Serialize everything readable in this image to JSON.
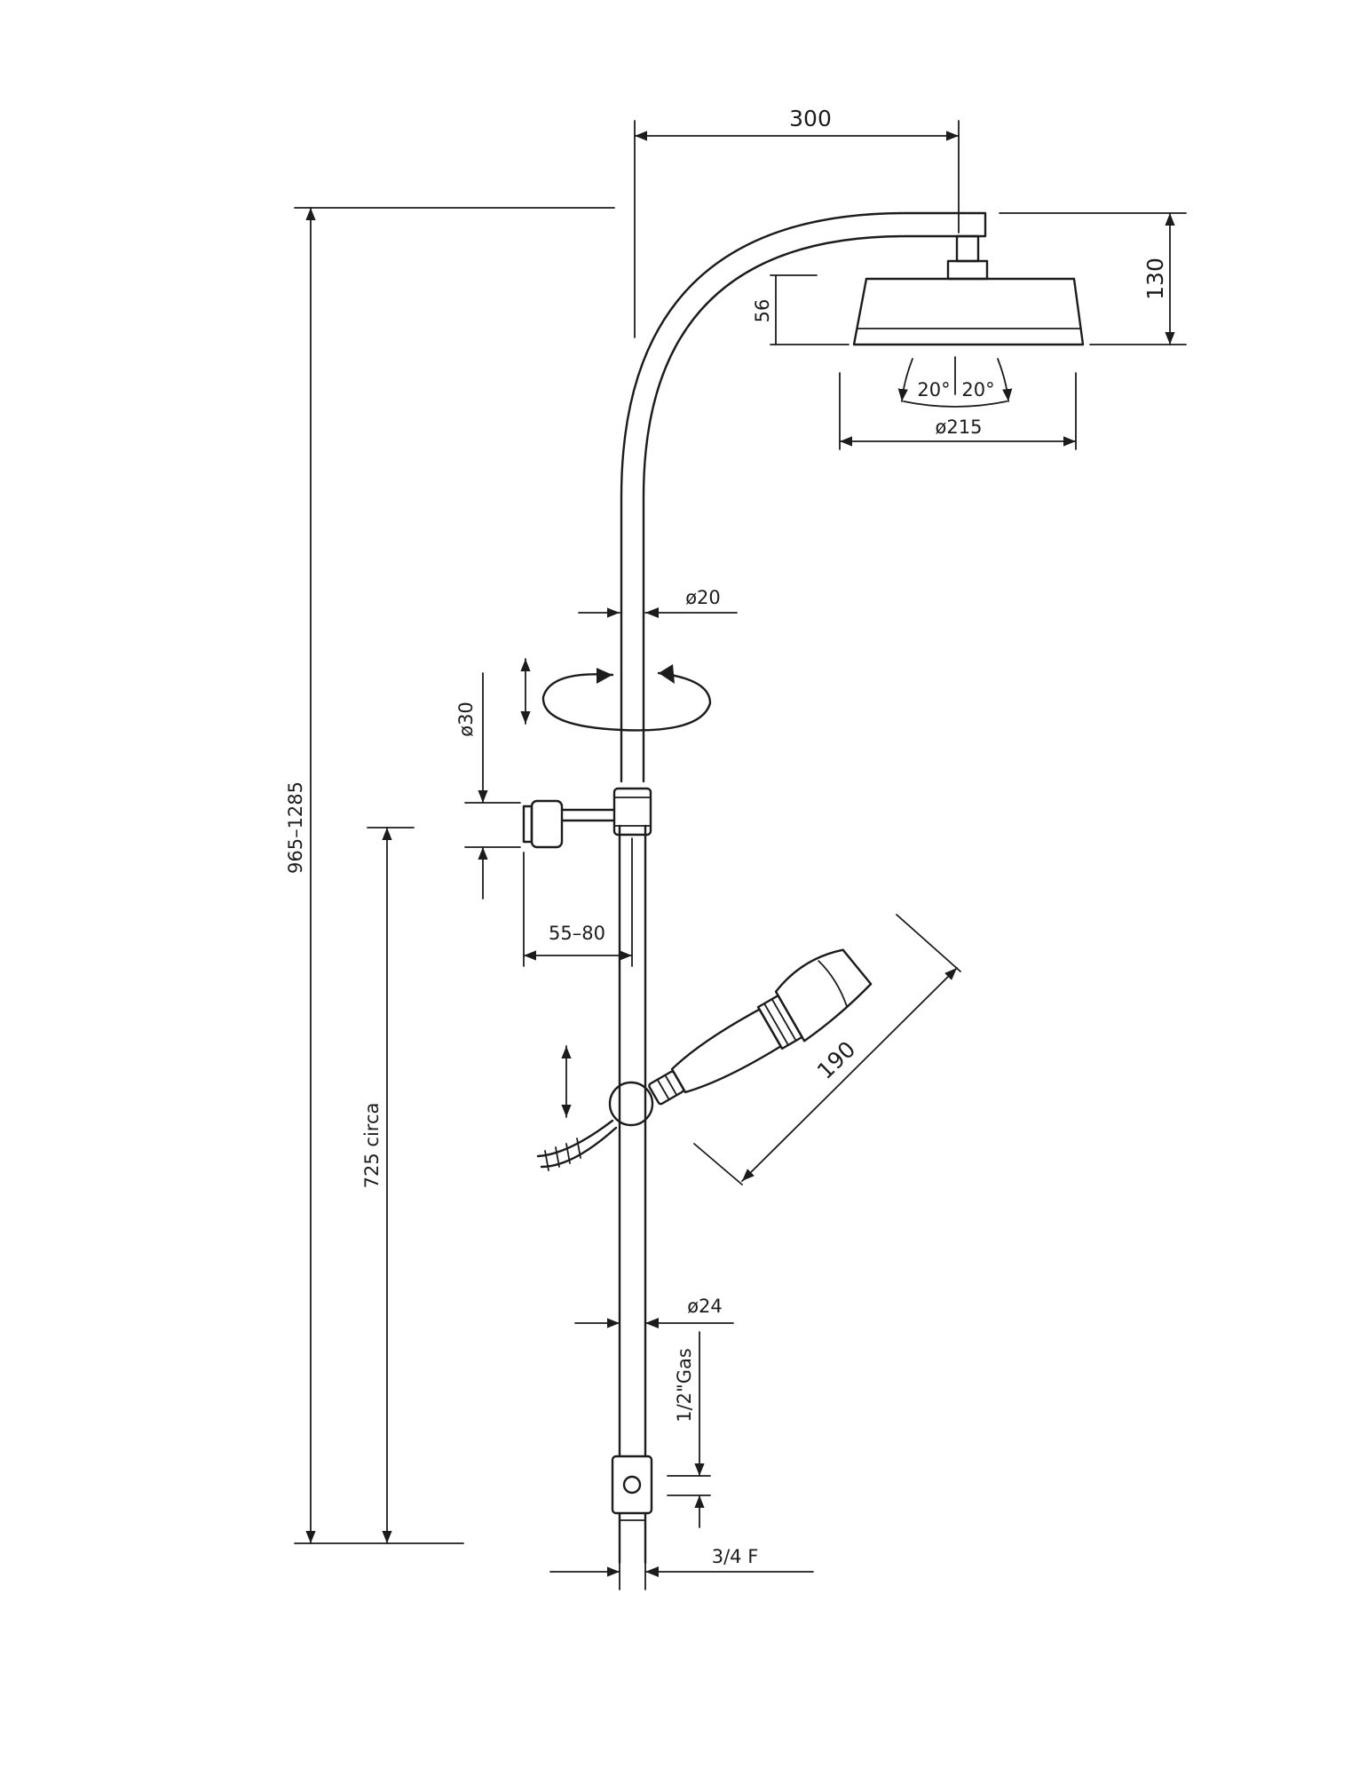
{
  "diagram": {
    "dimensions": {
      "arm_reach": "300",
      "head_height": "130",
      "head_depth": "56",
      "tilt_left": "20°",
      "tilt_right": "20°",
      "head_diameter": "ø215",
      "upper_tube_diameter": "ø20",
      "bracket_diameter": "ø30",
      "wall_offset": "55–80",
      "total_height": "965–1285",
      "lower_height": "725 circa",
      "hand_shower_length": "190",
      "lower_tube_diameter": "ø24",
      "hose_connection": "1/2\"Gas",
      "inlet_connection": "3/4 F"
    }
  }
}
